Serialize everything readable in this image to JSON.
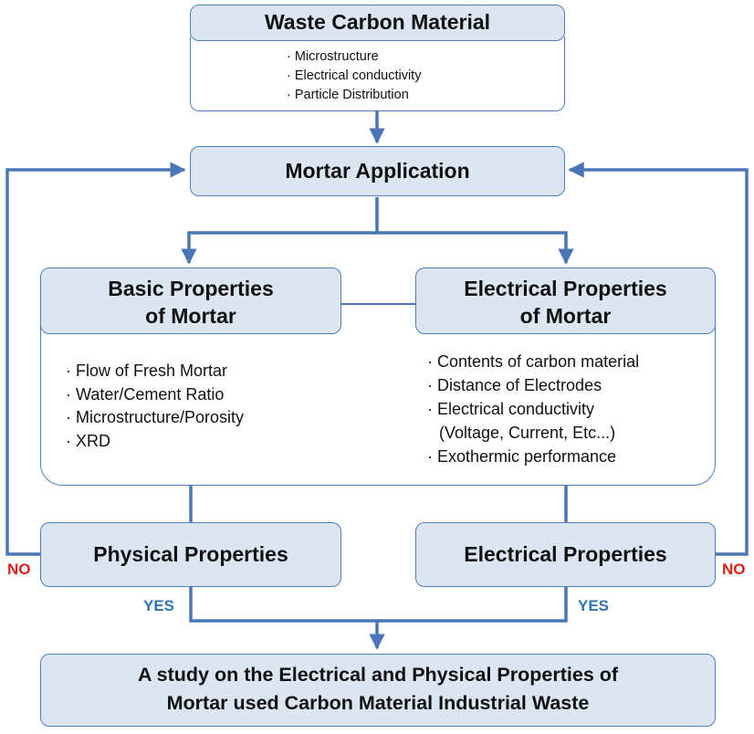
{
  "colors": {
    "line": "#4a76b8",
    "box_fill": "#dce6f2",
    "box_border": "#4f7fbf",
    "yes": "#2e74b5",
    "no": "#e0201c"
  },
  "waste": {
    "title": "Waste Carbon Material",
    "items": [
      "· Microstructure",
      "· Electrical  conductivity",
      "· Particle  Distribution"
    ]
  },
  "mortar_application": {
    "title": "Mortar Application"
  },
  "basic": {
    "title_line1": "Basic Properties",
    "title_line2": "of Mortar",
    "items": [
      "· Flow of Fresh Mortar",
      "· Water/Cement Ratio",
      "· Microstructure/Porosity",
      "· XRD"
    ]
  },
  "electrical": {
    "title_line1": "Electrical Properties",
    "title_line2": "of Mortar",
    "items": [
      "· Contents of carbon material",
      "· Distance of Electrodes",
      "· Electrical conductivity",
      "(Voltage, Current, Etc...)",
      "· Exothermic performance"
    ]
  },
  "physical_props": {
    "title": "Physical Properties"
  },
  "electrical_props": {
    "title": "Electrical Properties"
  },
  "labels": {
    "no_left": "NO",
    "no_right": "NO",
    "yes_left": "YES",
    "yes_right": "YES"
  },
  "study": {
    "line1": "A study on the Electrical and Physical Properties of",
    "line2": "Mortar used Carbon Material Industrial Waste"
  }
}
